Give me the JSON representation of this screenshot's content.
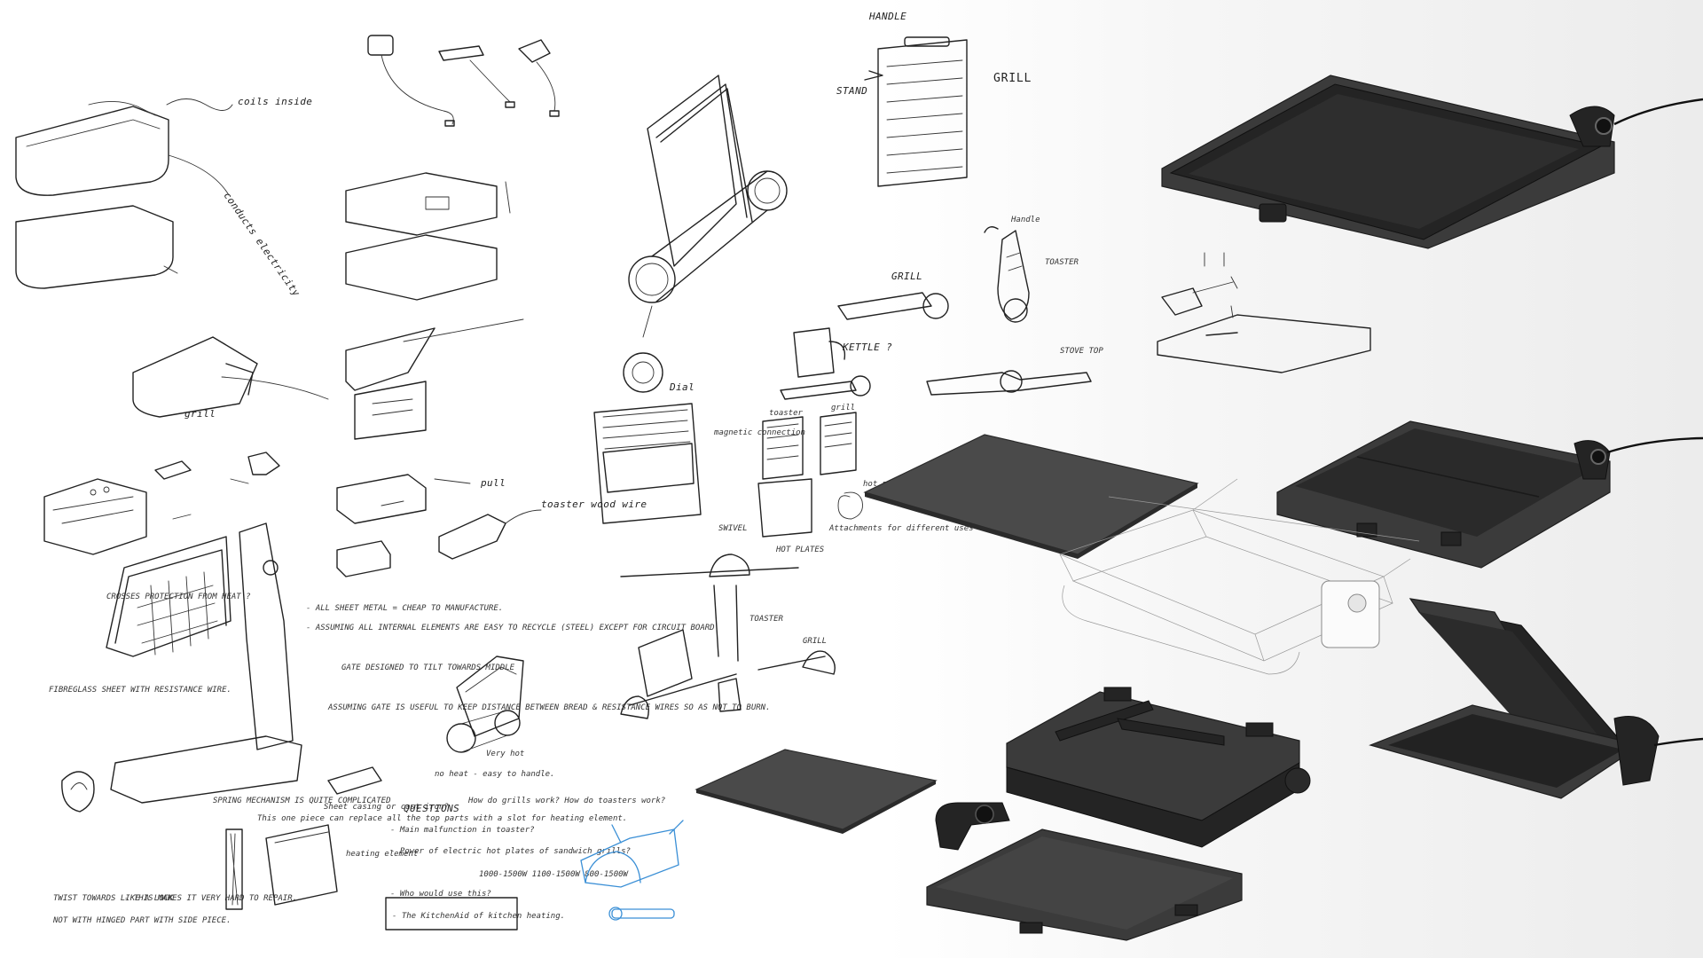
{
  "labels": {
    "coils_inside": "coils inside",
    "conducts_electricity": "conducts electricity",
    "grill_small": "grill",
    "pull": "pull",
    "toaster_wood": "toaster wood wire",
    "handle": "HANDLE",
    "stand": "STAND",
    "grill_panel": "GRILL",
    "dial": "Dial",
    "magnetic_connection": "magnetic connection",
    "grill_mid": "GRILL",
    "handle_small": "Handle",
    "toaster_mid": "TOASTER",
    "kettle": "KETTLE ?",
    "stove_top": "STOVE TOP",
    "toaster_small": "toaster",
    "grill_tiny": "grill",
    "hot_pan": "hot pan",
    "attachments": "Attachments for different uses",
    "swivel": "SWIVEL",
    "hot_plates": "HOT PLATES",
    "toaster_lower": "TOASTER",
    "grill_lower": "GRILL",
    "crosses_protection": "CROSSES PROTECTION FROM HEAT ?",
    "fibreglass": "FIBREGLASS SHEET WITH RESISTANCE WIRE.",
    "sheet_metal": "- ALL SHEET METAL = CHEAP TO MANUFACTURE.",
    "assuming_internal": "- ASSUMING ALL INTERNAL ELEMENTS ARE EASY TO RECYCLE (STEEL) EXCEPT FOR CIRCUIT BOARD",
    "gate_designed": "GATE DESIGNED TO TILT TOWARDS MIDDLE",
    "assuming_gate": "ASSUMING GATE IS USEFUL TO KEEP DISTANCE BETWEEN BREAD & RESISTANCE WIRES SO AS NOT TO BURN.",
    "very_hot": "Very hot",
    "no_heat": "no heat - easy to handle.",
    "spring": "SPRING MECHANISM IS QUITE COMPLICATED",
    "this_one_piece": "This one piece can replace all the top parts with a slot for heating element.",
    "sheet_casing": "Sheet casing or cast iron?",
    "heating": "heating element",
    "questions_title": "QUESTIONS",
    "q1": "- Main malfunction in toaster?",
    "q2": "- Power of electric hot plates of sandwich grills?",
    "q3": "- Who would use this?",
    "q_side": "How do grills work? How do toasters work?",
    "watts": "1000-1500W 1100-1500W 800-1500W",
    "kitchen_aid": "- The KitchenAid of kitchen heating.",
    "twist": "TWIST TOWARDS LIKE A LOCK",
    "makes_hard": "- THIS MAKES IT VERY HARD TO REPAIR.",
    "not_hinged": "NOT WITH HINGED PART WITH SIDE PIECE."
  }
}
